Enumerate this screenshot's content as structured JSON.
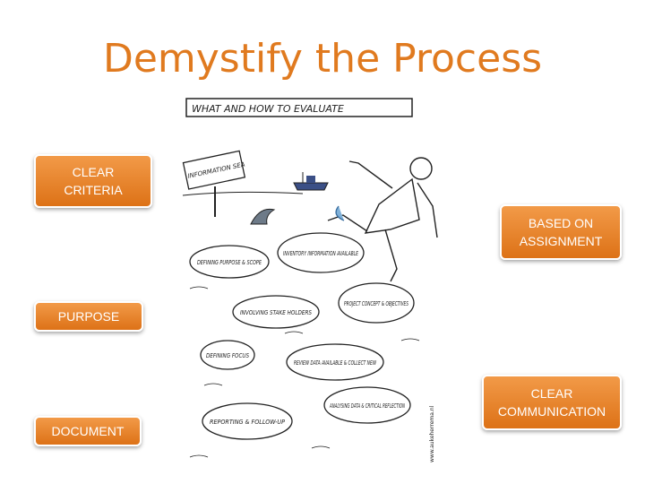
{
  "title": "Demystify the Process",
  "callouts": {
    "clear_criteria": "CLEAR\nCRITERIA",
    "based_on_assignment": "BASED ON\nASSIGNMENT",
    "purpose": "PURPOSE",
    "clear_communication": "CLEAR\nCOMMUNICATION",
    "document": "DOCUMENT"
  },
  "cartoon": {
    "header": "WHAT AND HOW TO EVALUATE",
    "sign": "INFORMATION SEA",
    "stones": [
      "DEFINING PURPOSE & SCOPE",
      "INVENTORY INFORMATION AVAILABLE",
      "INVOLVING STAKE HOLDERS",
      "PROJECT CONCEPT & OBJECTIVES",
      "DEFINING FOCUS",
      "REVIEW DATA AVAILABLE & COLLECT NEW",
      "ANALYSING DATA & CRITICAL REFLECTION",
      "REPORTING & FOLLOW-UP"
    ],
    "credit": "www.aukeherrema.nl"
  },
  "colors": {
    "accent": "#e07a1f",
    "callout_fill": "#e8852c"
  }
}
